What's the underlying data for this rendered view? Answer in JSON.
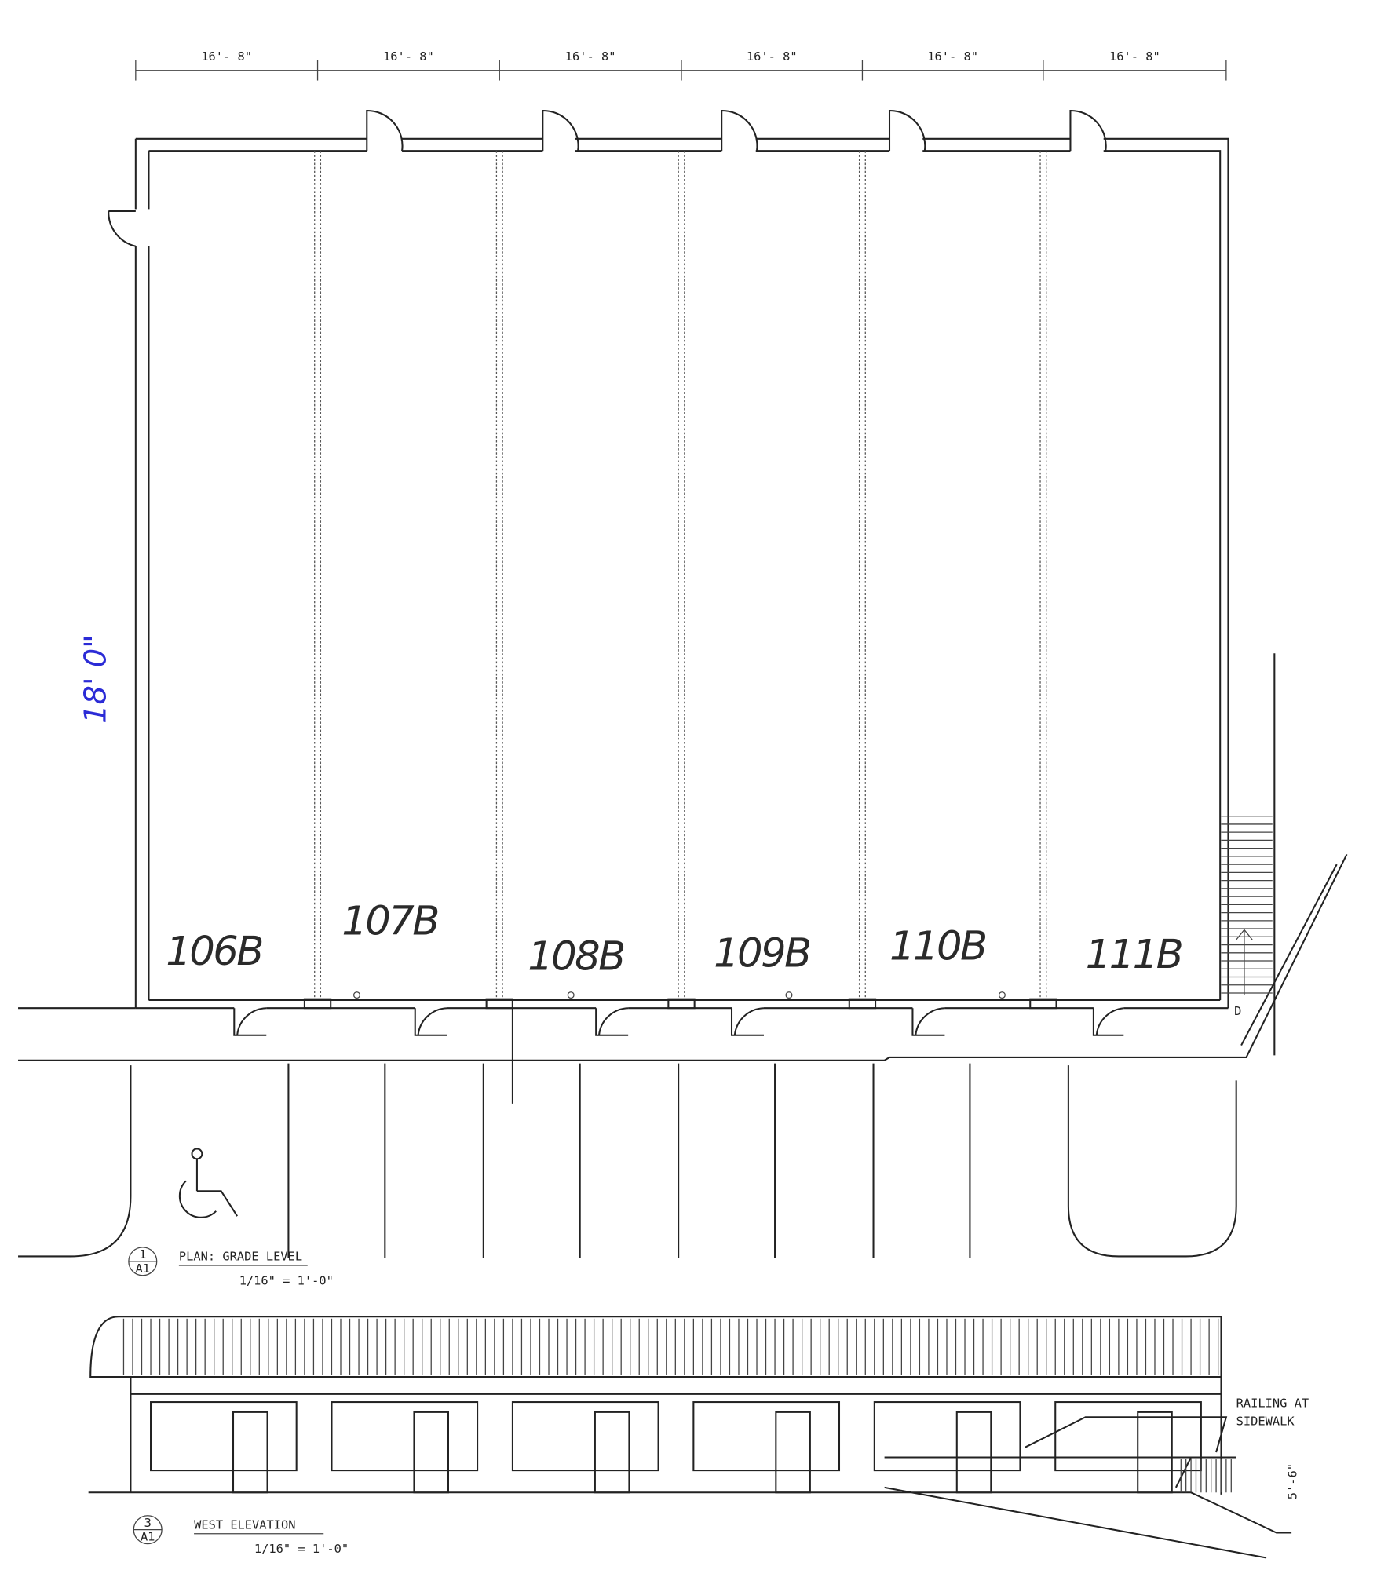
{
  "dimensions": [
    "16'- 8\"",
    "16'- 8\"",
    "16'- 8\"",
    "16'- 8\"",
    "16'- 8\"",
    "16'- 8\""
  ],
  "depth_note": "18' 0\"",
  "units": [
    "106B",
    "107B",
    "108B",
    "109B",
    "110B",
    "111B"
  ],
  "stair_label": "D",
  "plan": {
    "bubble_top": "1",
    "bubble_bottom": "A1",
    "title": "PLAN: GRADE LEVEL",
    "scale": "1/16\" = 1'-0\""
  },
  "elevation": {
    "bubble_top": "3",
    "bubble_bottom": "A1",
    "title": "WEST ELEVATION",
    "scale": "1/16\" = 1'-0\"",
    "railing_note_1": "RAILING AT",
    "railing_note_2": "SIDEWALK",
    "height_dim": "5'-6\""
  }
}
